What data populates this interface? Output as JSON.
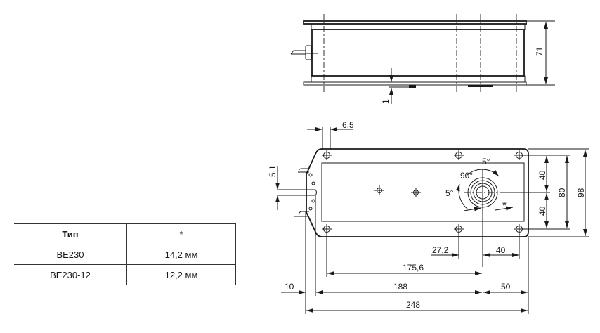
{
  "table": {
    "headers": [
      "Тип",
      "*"
    ],
    "rows": [
      [
        "BE230",
        "14,2 мм"
      ],
      [
        "BE230-12",
        "12,2 мм"
      ]
    ]
  },
  "top_view": {
    "height_dim": "71",
    "gap_dim": "1"
  },
  "bottom_view": {
    "hole_offset": "6,5",
    "cable_dim": "5,1",
    "angle_90": "90°",
    "angle_5_top": "5°",
    "angle_5_left": "5°",
    "star": "*",
    "dim_40_upper": "40",
    "dim_40_lower": "40",
    "dim_80": "80",
    "dim_98": "98",
    "dim_27_2": "27,2",
    "dim_40_right": "40",
    "dim_175_6": "175,6",
    "dim_10": "10",
    "dim_188": "188",
    "dim_50": "50",
    "dim_248": "248"
  }
}
